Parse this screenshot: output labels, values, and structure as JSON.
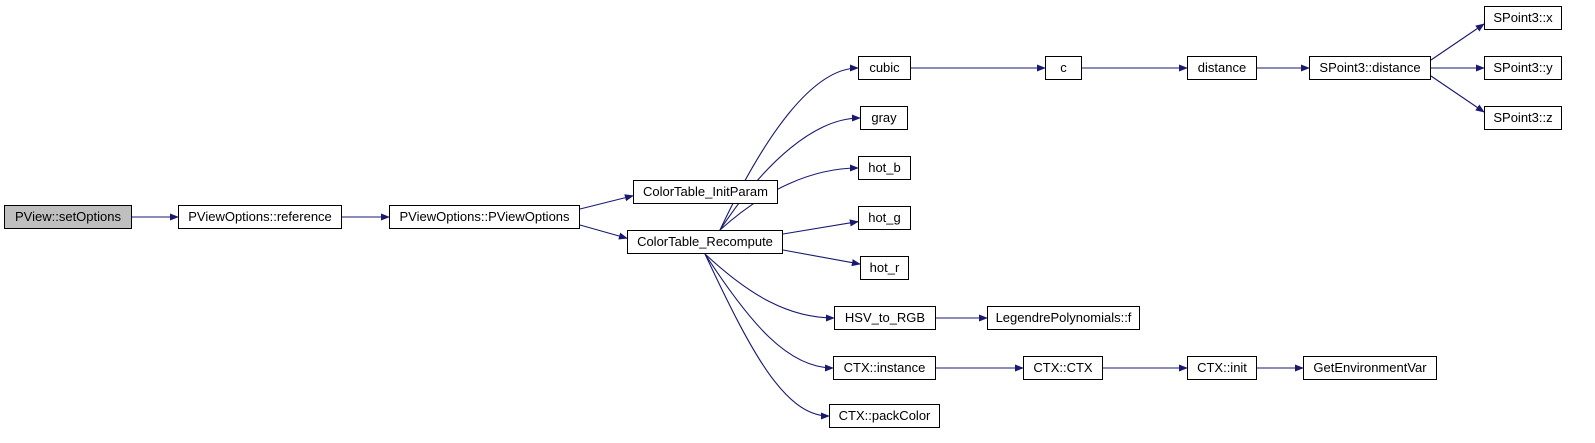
{
  "graph": {
    "edge_color": "#191970",
    "root_fill": "#bfbfbf",
    "nodes": {
      "setOptions": "PView::setOptions",
      "reference": "PViewOptions::reference",
      "pviewOptions": "PViewOptions::PViewOptions",
      "initParam": "ColorTable_InitParam",
      "recompute": "ColorTable_Recompute",
      "cubic": "cubic",
      "gray": "gray",
      "hot_b": "hot_b",
      "hot_g": "hot_g",
      "hot_r": "hot_r",
      "hsv": "HSV_to_RGB",
      "instance": "CTX::instance",
      "packColor": "CTX::packColor",
      "c": "c",
      "distance": "distance",
      "spDistance": "SPoint3::distance",
      "sx": "SPoint3::x",
      "sy": "SPoint3::y",
      "sz": "SPoint3::z",
      "legendre": "LegendrePolynomials::f",
      "ctx": "CTX::CTX",
      "init": "CTX::init",
      "getEnv": "GetEnvironmentVar"
    },
    "edges": [
      [
        "setOptions",
        "reference"
      ],
      [
        "reference",
        "pviewOptions"
      ],
      [
        "pviewOptions",
        "initParam"
      ],
      [
        "pviewOptions",
        "recompute"
      ],
      [
        "recompute",
        "cubic"
      ],
      [
        "recompute",
        "gray"
      ],
      [
        "recompute",
        "hot_b"
      ],
      [
        "recompute",
        "hot_g"
      ],
      [
        "recompute",
        "hot_r"
      ],
      [
        "recompute",
        "hsv"
      ],
      [
        "recompute",
        "instance"
      ],
      [
        "recompute",
        "packColor"
      ],
      [
        "cubic",
        "c"
      ],
      [
        "c",
        "distance"
      ],
      [
        "distance",
        "spDistance"
      ],
      [
        "spDistance",
        "sx"
      ],
      [
        "spDistance",
        "sy"
      ],
      [
        "spDistance",
        "sz"
      ],
      [
        "hsv",
        "legendre"
      ],
      [
        "instance",
        "ctx"
      ],
      [
        "ctx",
        "init"
      ],
      [
        "init",
        "getEnv"
      ]
    ]
  }
}
